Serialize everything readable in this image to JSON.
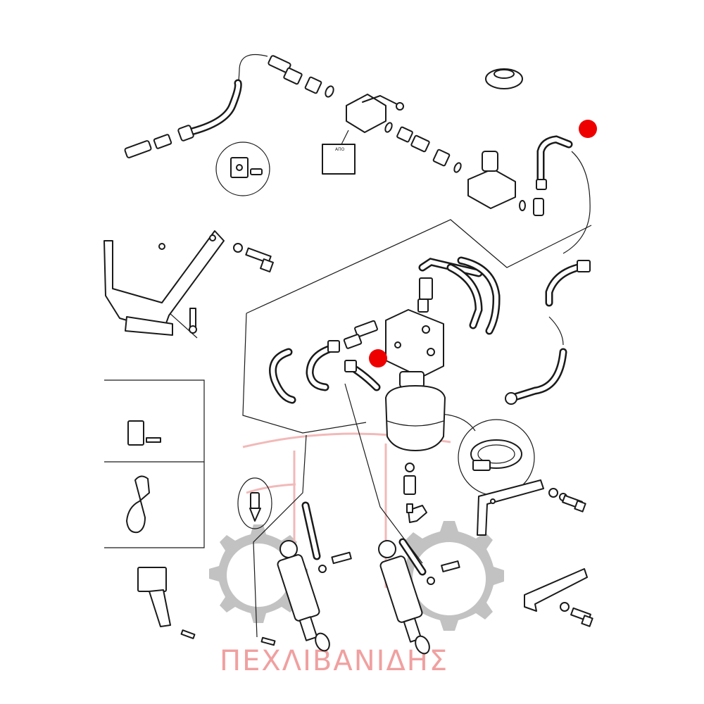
{
  "watermark": {
    "text": "ΠΕΧΛΙΒΑΝΙΔΗΣ",
    "color": "#f0a0a0",
    "gear_color": "#c2c2c2"
  },
  "markers": {
    "color": "#ee0000",
    "count": 2
  },
  "icons": [
    "gear-icon",
    "callout-marker"
  ]
}
